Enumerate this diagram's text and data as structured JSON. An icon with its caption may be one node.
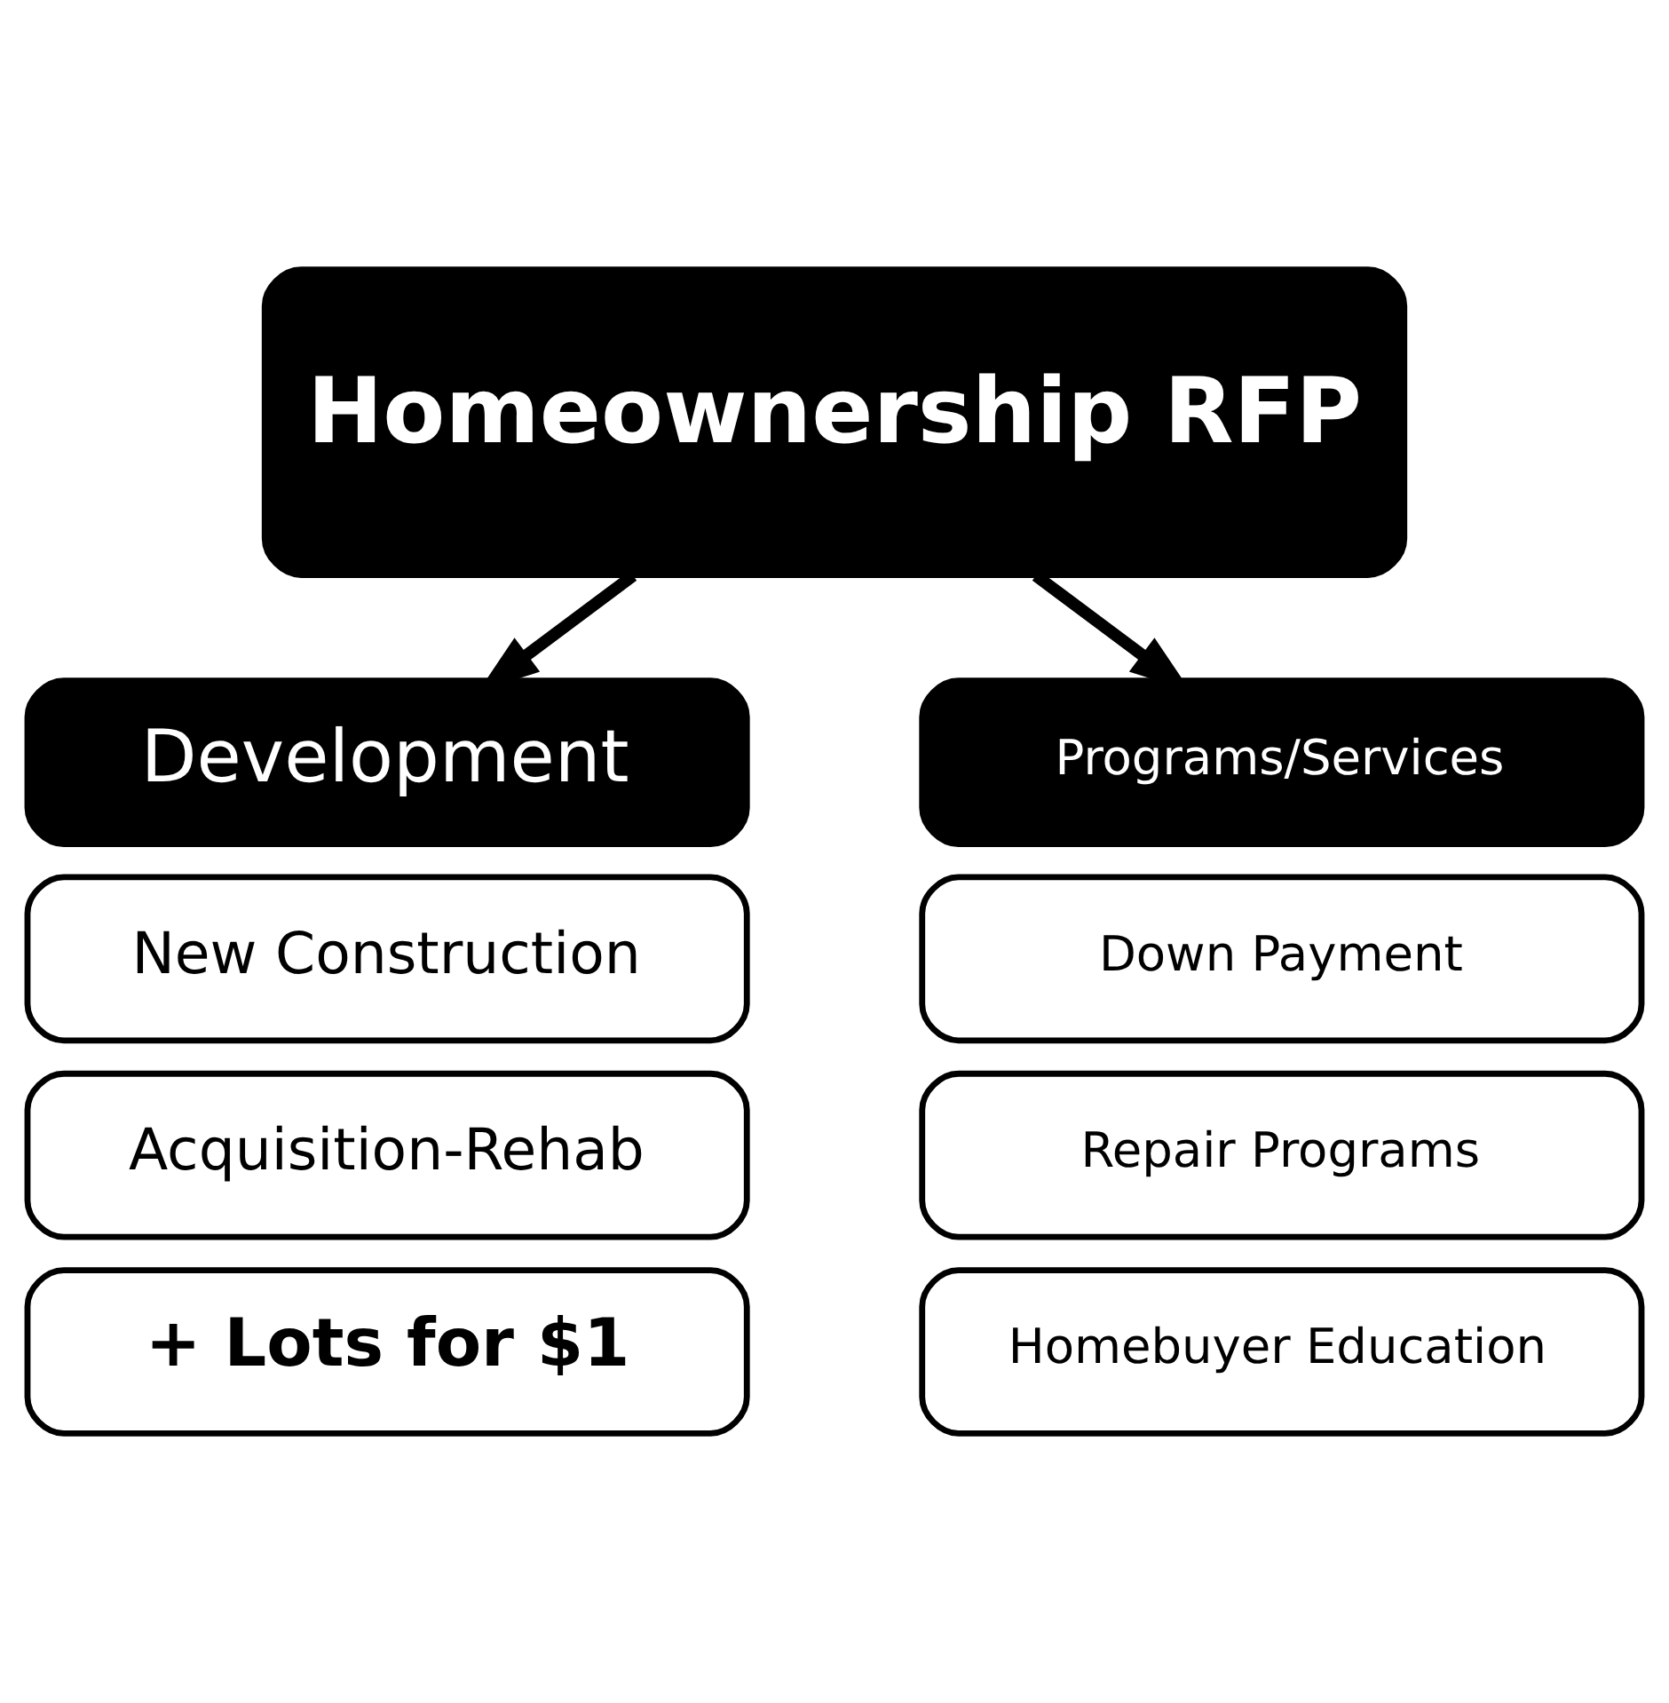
{
  "diagram": {
    "nodes": [
      {
        "text": [
          "Homeownership RFP"
        ]
      },
      {
        "text": [
          "Development"
        ]
      },
      {
        "text": [
          "Programs/Services"
        ]
      },
      {
        "text": [
          "New Construction"
        ]
      },
      {
        "text": [
          "Acquisition-Rehab"
        ]
      },
      {
        "text": [
          "+ Lots for $1"
        ]
      },
      {
        "text": [
          "Down Payment"
        ]
      },
      {
        "text": [
          "Repair Programs"
        ]
      },
      {
        "text": [
          "Homebuyer Education"
        ]
      }
    ],
    "edges": [
      {
        "from": 0,
        "to": 1,
        "arrow": "to"
      },
      {
        "from": 0,
        "to": 2,
        "arrow": "to"
      }
    ]
  }
}
